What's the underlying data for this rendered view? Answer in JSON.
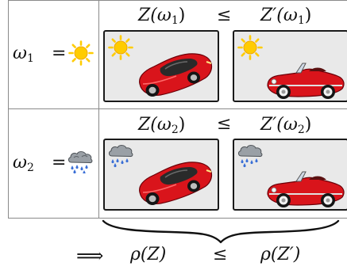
{
  "rows": [
    {
      "omega": "ω",
      "omega_sub": "1",
      "weather_icon": "sun-icon",
      "Z_label": "Z(ω",
      "Z_sub": "1",
      "Zp_label": "Z′(ω",
      "Zp_sub": "1",
      "relation": "≤",
      "left_car": "red-sports-car",
      "right_car": "red-convertible-car"
    },
    {
      "omega": "ω",
      "omega_sub": "2",
      "weather_icon": "rain-cloud-icon",
      "Z_label": "Z(ω",
      "Z_sub": "2",
      "Zp_label": "Z′(ω",
      "Zp_sub": "2",
      "relation": "≤",
      "left_car": "red-sports-car",
      "right_car": "red-convertible-car"
    }
  ],
  "equals": "=",
  "close_paren": ")",
  "conclusion": {
    "implies": "⟹",
    "rho_Z": "ρ(Z)",
    "relation": "≤",
    "rho_Zp": "ρ(Z′)"
  },
  "colors": {
    "sun": "#ffcc00",
    "car": "#d9141b",
    "panel_bg": "#e9e9e9",
    "grid": "#8a8a8a"
  }
}
